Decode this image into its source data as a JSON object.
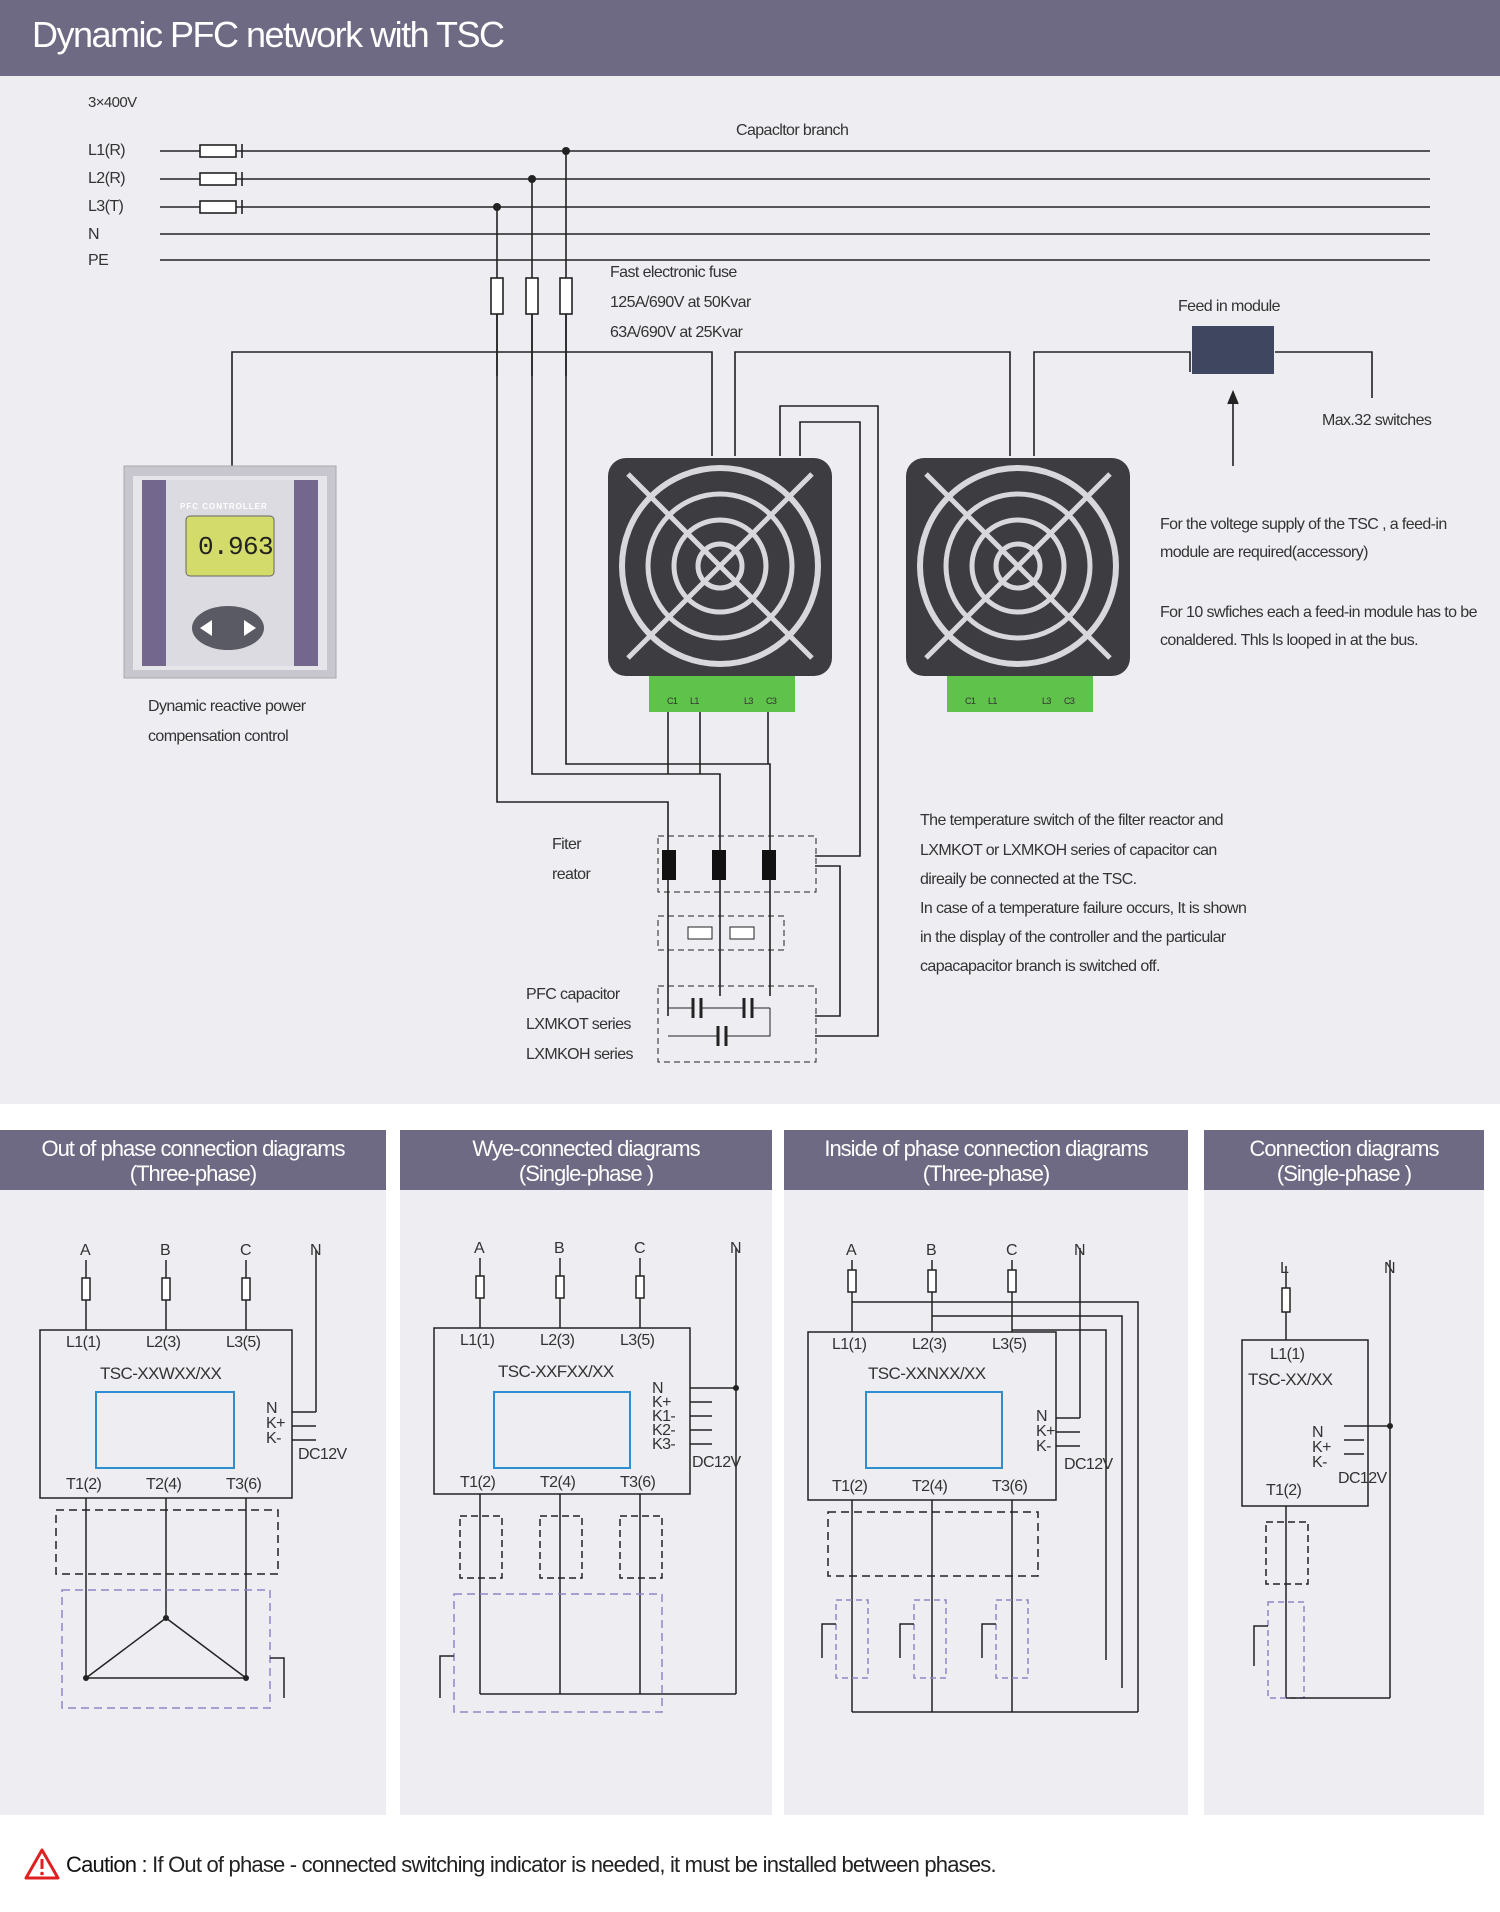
{
  "title": "Dynamic PFC network with TSC",
  "top": {
    "voltage": "3×400V",
    "lines": [
      "L1(R)",
      "L2(R)",
      "L3(T)",
      "N",
      "PE"
    ],
    "capacitor_branch": "Capacltor branch",
    "fuse_label": [
      "Fast electronic fuse",
      "125A/690V at  50Kvar",
      "63A/690V at  25Kvar"
    ],
    "feed_module": "Feed in module",
    "max_switches": "Max.32 switches",
    "controller_title": "PFC CONTROLLER",
    "controller_display": "0.963",
    "controller_caption": [
      "Dynamic reactive power",
      "compensation control"
    ],
    "terminals": [
      "C1",
      "L1",
      "L3",
      "C3"
    ],
    "supply_note": [
      "For the voltege supply of the TSC , a feed-in",
      "module are required(accessory)"
    ],
    "ten_switch_note": [
      "For 10 swfiches each a feed-in module has to be",
      "conaldered. Thls ls looped in at the bus."
    ],
    "filter_label": [
      "Fiter",
      "reator"
    ],
    "capacitor_label": [
      "PFC capacitor",
      "LXMKOT series",
      "LXMKOH series"
    ],
    "temp_note": [
      "The temperature switch of the filter reactor and",
      "LXMKOT or LXMKOH series of capacitor can",
      "direaily be connected at the TSC.",
      "In case of a temperature failure occurs, It is shown",
      "in the display of the controller and the particular",
      "capacapacitor branch is switched off."
    ]
  },
  "panels": [
    {
      "title": [
        "Out of phase connection diagrams",
        "(Three-phase)"
      ],
      "phases": [
        "A",
        "B",
        "C",
        "N"
      ],
      "inputs": [
        "L1(1)",
        "L2(3)",
        "L3(5)"
      ],
      "model": "TSC-XXWXX/XX",
      "ctrl": [
        "N",
        "K+",
        "K-"
      ],
      "dc": "DC12V",
      "outputs": [
        "T1(2)",
        "T2(4)",
        "T3(6)"
      ]
    },
    {
      "title": [
        "Wye-connected diagrams",
        "(Single-phase )"
      ],
      "phases": [
        "A",
        "B",
        "C",
        "N"
      ],
      "inputs": [
        "L1(1)",
        "L2(3)",
        "L3(5)"
      ],
      "model": "TSC-XXFXX/XX",
      "ctrl": [
        "N",
        "K+",
        "K1-",
        "K2-",
        "K3-"
      ],
      "dc": "DC12V",
      "outputs": [
        "T1(2)",
        "T2(4)",
        "T3(6)"
      ]
    },
    {
      "title": [
        "Inside of phase connection diagrams",
        "(Three-phase)"
      ],
      "phases": [
        "A",
        "B",
        "C",
        "N"
      ],
      "inputs": [
        "L1(1)",
        "L2(3)",
        "L3(5)"
      ],
      "model": "TSC-XXNXX/XX",
      "ctrl": [
        "N",
        "K+",
        "K-"
      ],
      "dc": "DC12V",
      "outputs": [
        "T1(2)",
        "T2(4)",
        "T3(6)"
      ]
    },
    {
      "title": [
        "Connection diagrams",
        "(Single-phase )"
      ],
      "phases": [
        "L",
        "N"
      ],
      "inputs": [
        "L1(1)"
      ],
      "model": "TSC-XX/XX",
      "ctrl": [
        "N",
        "K+",
        "K-"
      ],
      "dc": "DC12V",
      "outputs": [
        "T1(2)"
      ]
    }
  ],
  "caution": {
    "label": "Caution :",
    "text": "If Out of phase - connected switching indicator is needed, it must be installed between phases."
  },
  "colors": {
    "banner": "#6e6a84",
    "panel": "#eeedf2",
    "terminal": "#5fc24a",
    "highlight": "#2e8fd0",
    "dashed_cap": "#8f86c4",
    "warning": "#e02020"
  }
}
